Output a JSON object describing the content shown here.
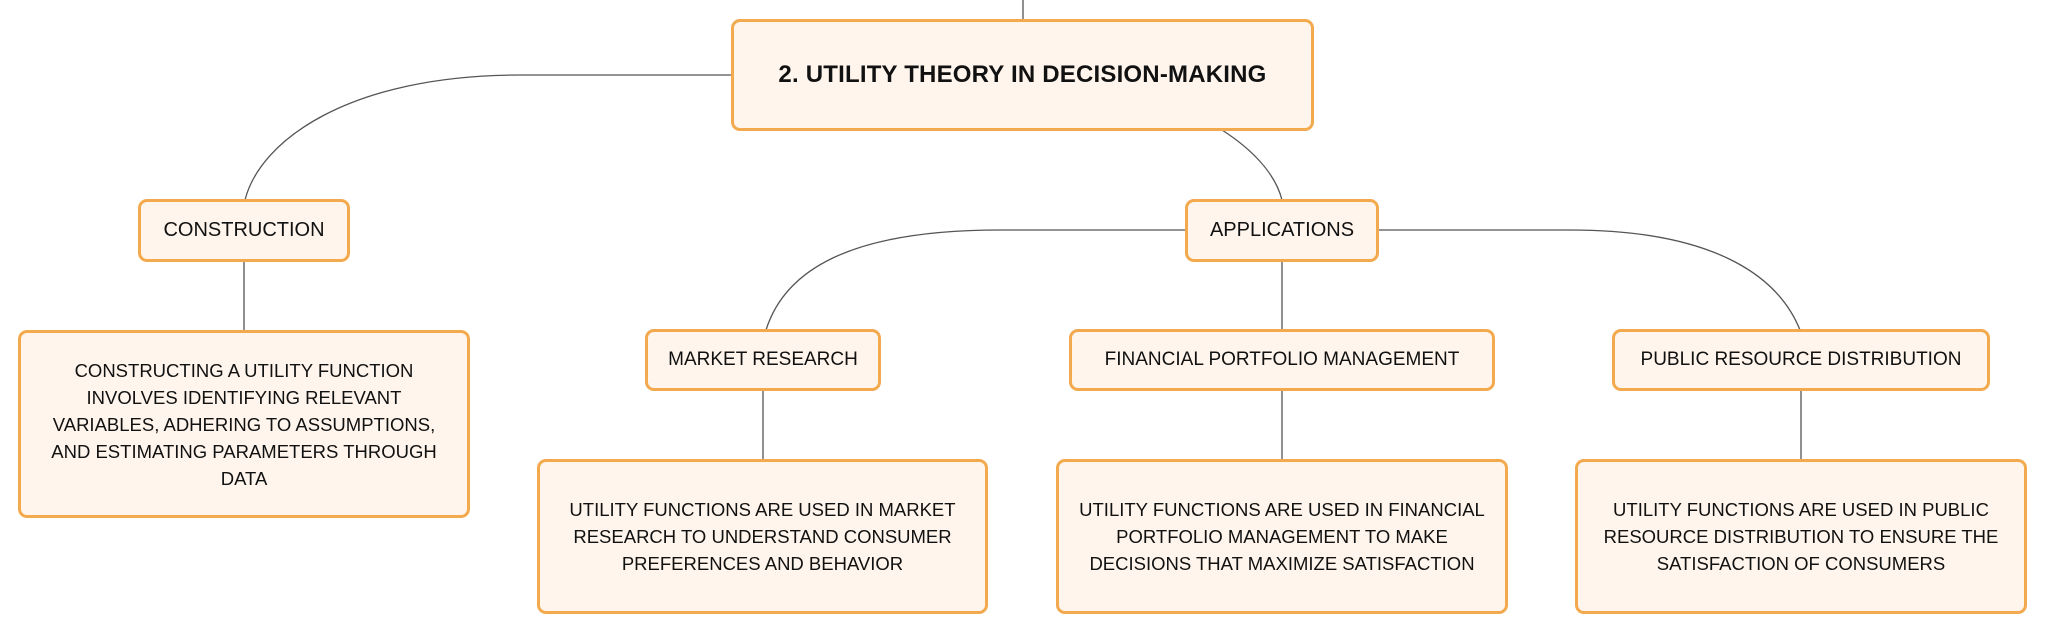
{
  "diagram": {
    "root": {
      "label": "2. UTILITY THEORY IN DECISION-MAKING"
    },
    "construction": {
      "label": "CONSTRUCTION",
      "detail": "CONSTRUCTING A UTILITY FUNCTION INVOLVES IDENTIFYING RELEVANT VARIABLES, ADHERING TO ASSUMPTIONS, AND ESTIMATING PARAMETERS THROUGH DATA"
    },
    "applications": {
      "label": "APPLICATIONS",
      "market_research": {
        "label": "MARKET RESEARCH",
        "detail": "UTILITY FUNCTIONS ARE USED IN MARKET RESEARCH TO UNDERSTAND CONSUMER PREFERENCES AND BEHAVIOR"
      },
      "financial_portfolio": {
        "label": "FINANCIAL PORTFOLIO MANAGEMENT",
        "detail": "UTILITY FUNCTIONS ARE USED IN FINANCIAL PORTFOLIO MANAGEMENT TO MAKE DECISIONS THAT MAXIMIZE SATISFACTION"
      },
      "public_resource": {
        "label": "PUBLIC RESOURCE DISTRIBUTION",
        "detail": "UTILITY FUNCTIONS ARE USED IN PUBLIC RESOURCE DISTRIBUTION TO ENSURE THE SATISFACTION OF CONSUMERS"
      }
    },
    "colors": {
      "node_fill": "#fff5ec",
      "node_border": "#f3a94e",
      "connector": "#555555"
    }
  }
}
